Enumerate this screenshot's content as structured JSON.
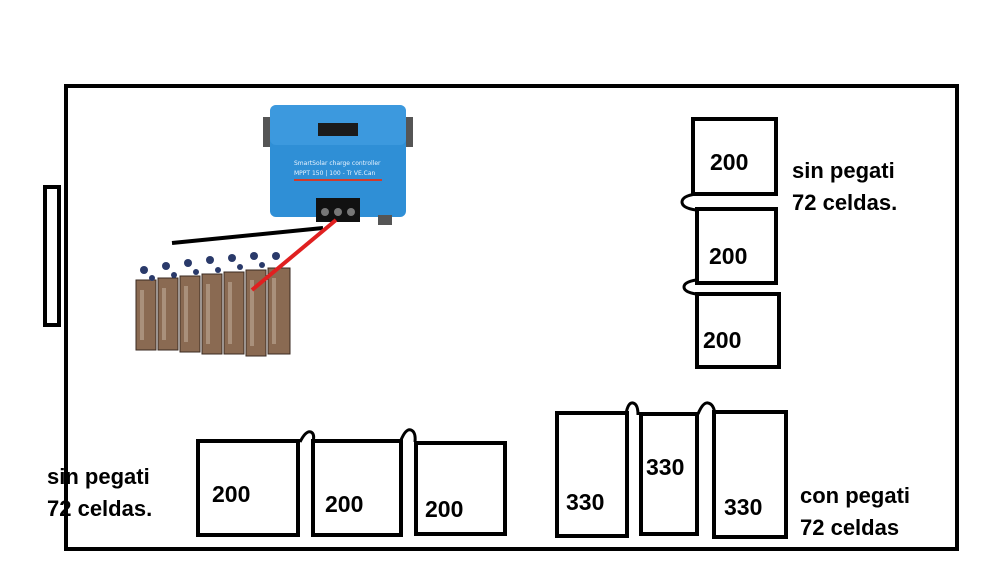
{
  "panels": {
    "right_column": {
      "values": [
        "200",
        "200",
        "200"
      ]
    },
    "bottom_left": {
      "values": [
        "200",
        "200",
        "200"
      ]
    },
    "bottom_right": {
      "values": [
        "330",
        "330",
        "330"
      ]
    }
  },
  "notes": {
    "right_column": {
      "line1": "sin pegati",
      "line2": "72 celdas."
    },
    "bottom_left": {
      "line1": "sin pegati",
      "line2": "72 celdas."
    },
    "bottom_right": {
      "line1": "con pegati",
      "line2": "72 celdas"
    }
  },
  "controller": {
    "line1": "SmartSolar charge controller",
    "line2": "MPPT 150 | 100 - Tr  VE.Can",
    "color": "#2f8fd6"
  },
  "wire_colors": {
    "negative": "#000000",
    "positive": "#e02020"
  }
}
